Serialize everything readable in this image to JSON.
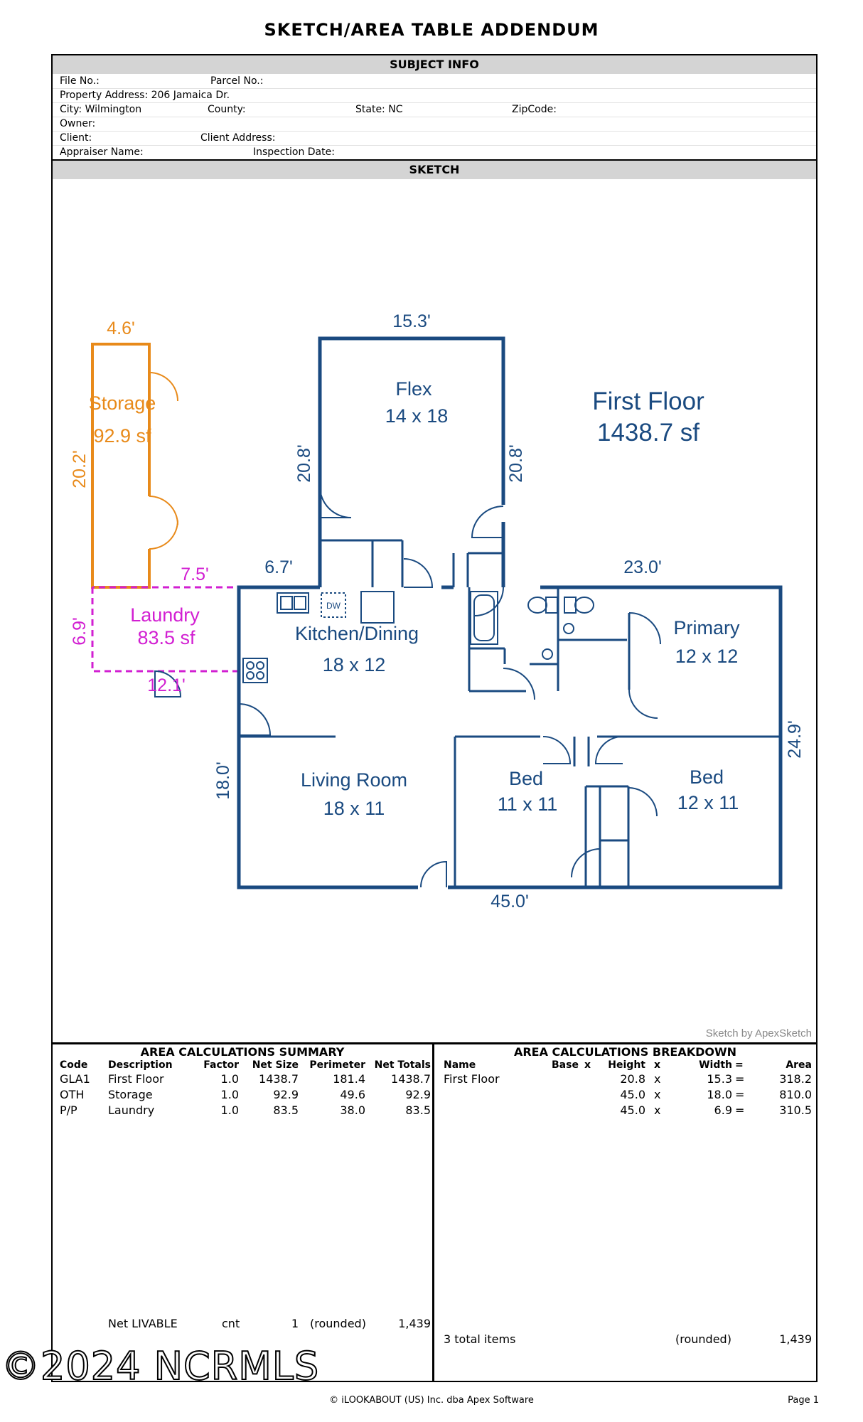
{
  "header": {
    "title": "SKETCH/AREA TABLE ADDENDUM"
  },
  "subject_info": {
    "heading": "SUBJECT INFO",
    "file_no": "File No.:",
    "parcel_no": "Parcel No.:",
    "property_address": "Property Address: 206 Jamaica Dr.",
    "city": "City: Wilmington",
    "county": "County:",
    "state": "State: NC",
    "zip": "ZipCode:",
    "owner": "Owner:",
    "client": "Client:",
    "client_address": "Client Address:",
    "appraiser": "Appraiser Name:",
    "inspection_date": "Inspection Date:"
  },
  "sketch": {
    "heading": "SKETCH",
    "credit": "Sketch by ApexSketch",
    "floor_title": "First Floor",
    "floor_area": "1438.7 sf",
    "dims": {
      "top": "15.3'",
      "flex_left": "20.8'",
      "flex_right": "20.8'",
      "kitchen_top": "6.7'",
      "right_top": "23.0'",
      "right_side": "24.9'",
      "bottom": "45.0'",
      "left_side": "18.0'",
      "storage_top": "4.6'",
      "storage_side": "20.2'",
      "laundry_top": "7.5'",
      "laundry_side": "6.9'",
      "laundry_bottom": "12.1'"
    },
    "rooms": {
      "flex": {
        "name": "Flex",
        "size": "14 x 18"
      },
      "kitchen": {
        "name": "Kitchen/Dining",
        "size": "18 x 12"
      },
      "living": {
        "name": "Living Room",
        "size": "18 x 11"
      },
      "bed1": {
        "name": "Bed",
        "size": "11 x 11"
      },
      "bed2": {
        "name": "Bed",
        "size": "12 x 11"
      },
      "primary": {
        "name": "Primary",
        "size": "12 x 12"
      },
      "storage": {
        "name": "Storage",
        "size": "92.9 sf"
      },
      "laundry": {
        "name": "Laundry",
        "size": "83.5 sf"
      },
      "dw": "DW"
    },
    "colors": {
      "main": "#1a4a80",
      "storage": "#e88a1a",
      "laundry": "#d21fd2"
    }
  },
  "summary": {
    "heading": "AREA CALCULATIONS SUMMARY",
    "columns": [
      "Code",
      "Description",
      "Factor",
      "Net Size",
      "Perimeter",
      "Net Totals"
    ],
    "rows": [
      [
        "GLA1",
        "First Floor",
        "1.0",
        "1438.7",
        "181.4",
        "1438.7"
      ],
      [
        "OTH",
        "Storage",
        "1.0",
        "92.9",
        "49.6",
        "92.9"
      ],
      [
        "P/P",
        "Laundry",
        "1.0",
        "83.5",
        "38.0",
        "83.5"
      ]
    ],
    "footer": {
      "label": "Net LIVABLE",
      "cnt_label": "cnt",
      "cnt": "1",
      "rounded": "(rounded)",
      "total": "1,439"
    }
  },
  "breakdown": {
    "heading": "AREA CALCULATIONS BREAKDOWN",
    "columns": [
      "Name",
      "Base",
      "x",
      "Height",
      "x",
      "Width",
      "=",
      "Area"
    ],
    "name": "First Floor",
    "rows": [
      [
        "20.8",
        "x",
        "15.3",
        "=",
        "318.2"
      ],
      [
        "45.0",
        "x",
        "18.0",
        "=",
        "810.0"
      ],
      [
        "45.0",
        "x",
        "6.9",
        "=",
        "310.5"
      ]
    ],
    "footer": {
      "items": "3 total items",
      "rounded": "(rounded)",
      "total": "1,439"
    }
  },
  "page_footer": {
    "copyright": "© iLOOKABOUT (US) Inc. dba Apex Software",
    "page": "Page 1",
    "watermark": "©2024 NCRMLS"
  }
}
